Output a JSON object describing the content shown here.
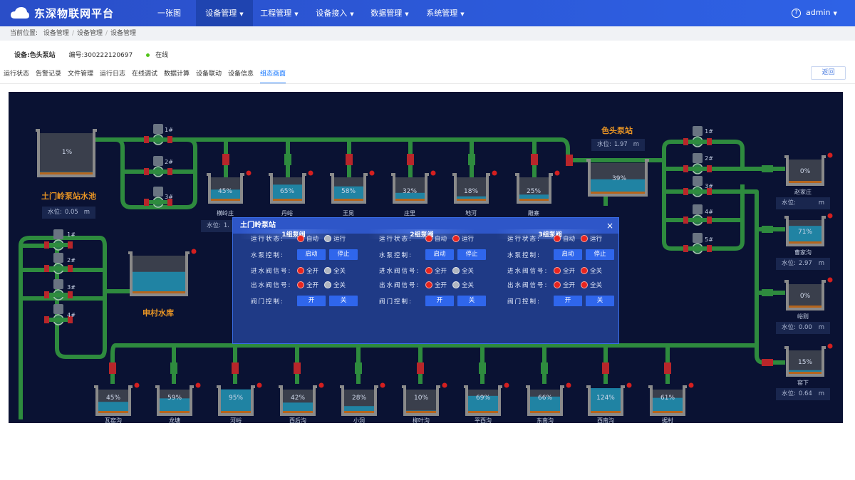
{
  "app": {
    "title": "东深物联网平台"
  },
  "nav": [
    {
      "label": "一张图",
      "active": false,
      "caret": false
    },
    {
      "label": "设备管理",
      "active": true,
      "caret": true
    },
    {
      "label": "工程管理",
      "active": false,
      "caret": true
    },
    {
      "label": "设备接入",
      "active": false,
      "caret": true
    },
    {
      "label": "数据管理",
      "active": false,
      "caret": true
    },
    {
      "label": "系统管理",
      "active": false,
      "caret": true
    }
  ],
  "user": {
    "name": "admin",
    "help": "?"
  },
  "breadcrumb": {
    "prefix": "当前位置:",
    "items": [
      "设备管理",
      "设备管理",
      "设备管理"
    ]
  },
  "device": {
    "name": "设备:色头泵站",
    "code": "编号:300222120697",
    "status": "在线"
  },
  "tabs": [
    "运行状态",
    "告警记录",
    "文件管理",
    "运行日志",
    "在线调试",
    "数据计算",
    "设备联动",
    "设备信息",
    "组态画面"
  ],
  "active_tab": "组态画面",
  "back_label": "返回",
  "scada": {
    "main_stations": [
      {
        "name": "土门岭泵站水池",
        "pct": "1%",
        "level_label": "水位:",
        "level": "0.05",
        "unit": "m"
      },
      {
        "name": "色头泵站",
        "pct": "39%",
        "level_label": "水位:",
        "level": "1.97",
        "unit": "m"
      },
      {
        "name": "申村水库"
      }
    ],
    "pump_ids": [
      "1#",
      "2#",
      "3#",
      "4#",
      "5#"
    ],
    "top_tanks": [
      {
        "name": "横岭庄",
        "pct": "45%",
        "level_label": "水位:",
        "level": "1."
      },
      {
        "name": "丹峪",
        "pct": "65%"
      },
      {
        "name": "王晁",
        "pct": "58%"
      },
      {
        "name": "庄里",
        "pct": "32%"
      },
      {
        "name": "地河",
        "pct": "18%"
      },
      {
        "name": "雕寨",
        "pct": "25%"
      }
    ],
    "right_tanks": [
      {
        "name": "赵家庄",
        "pct": "0%",
        "level_label": "水位:",
        "level": "",
        "unit": "m"
      },
      {
        "name": "曹家沟",
        "pct": "71%",
        "level_label": "水位:",
        "level": "2.97",
        "unit": "m"
      },
      {
        "name": "峪则",
        "pct": "0%",
        "level_label": "水位:",
        "level": "0.00",
        "unit": "m"
      },
      {
        "name": "窑下",
        "pct": "15%",
        "level_label": "水位:",
        "level": "0.64",
        "unit": "m"
      }
    ],
    "bottom_tanks": [
      {
        "name": "瓦窑沟",
        "pct": "45%"
      },
      {
        "name": "龙塘",
        "pct": "59%"
      },
      {
        "name": "河峪",
        "pct": "95%"
      },
      {
        "name": "西后沟",
        "pct": "42%"
      },
      {
        "name": "小洞",
        "pct": "28%"
      },
      {
        "name": "柳叶沟",
        "pct": "10%"
      },
      {
        "name": "平西沟",
        "pct": "69%"
      },
      {
        "name": "东南沟",
        "pct": "66%"
      },
      {
        "name": "西南沟",
        "pct": "124%"
      },
      {
        "name": "据村",
        "pct": "61%"
      }
    ],
    "colors": {
      "pipe": "#2e8b3e",
      "valve_red": "#b8262a",
      "valve_green": "#2e8b3e",
      "water": "#1c8fb3",
      "sediment": "#b5651d",
      "tank": "#8a8a8a",
      "alarm": "#d41f1f"
    }
  },
  "dialog": {
    "title": "土门岭泵站",
    "close": "×",
    "row_labels": [
      "运行状态:",
      "水泵控制:",
      "进水阀信号:",
      "出水阀信号:",
      "阀门控制:"
    ],
    "groups": [
      {
        "title": "1组泵阀",
        "run": [
          {
            "label": "自动",
            "color": "red"
          },
          {
            "label": "运行",
            "color": "grey"
          }
        ],
        "pump_buttons": [
          "启动",
          "停止"
        ],
        "in_valve": [
          {
            "label": "全开",
            "color": "red"
          },
          {
            "label": "全关",
            "color": "grey"
          }
        ],
        "out_valve": [
          {
            "label": "全开",
            "color": "red"
          },
          {
            "label": "全关",
            "color": "grey"
          }
        ],
        "valve_buttons": [
          "开",
          "关"
        ]
      },
      {
        "title": "2组泵阀",
        "run": [
          {
            "label": "自动",
            "color": "red"
          },
          {
            "label": "运行",
            "color": "red"
          }
        ],
        "pump_buttons": [
          "启动",
          "停止"
        ],
        "in_valve": [
          {
            "label": "全开",
            "color": "red"
          },
          {
            "label": "全关",
            "color": "grey"
          }
        ],
        "out_valve": [
          {
            "label": "全开",
            "color": "red"
          },
          {
            "label": "全关",
            "color": "grey"
          }
        ],
        "valve_buttons": [
          "开",
          "关"
        ]
      },
      {
        "title": "3组泵阀",
        "run": [
          {
            "label": "自动",
            "color": "red"
          },
          {
            "label": "运行",
            "color": "red"
          }
        ],
        "pump_buttons": [
          "启动",
          "停止"
        ],
        "in_valve": [
          {
            "label": "全开",
            "color": "red"
          },
          {
            "label": "全关",
            "color": "red"
          }
        ],
        "out_valve": [
          {
            "label": "全开",
            "color": "red"
          },
          {
            "label": "全关",
            "color": "red"
          }
        ],
        "valve_buttons": [
          "开",
          "关"
        ]
      }
    ]
  }
}
